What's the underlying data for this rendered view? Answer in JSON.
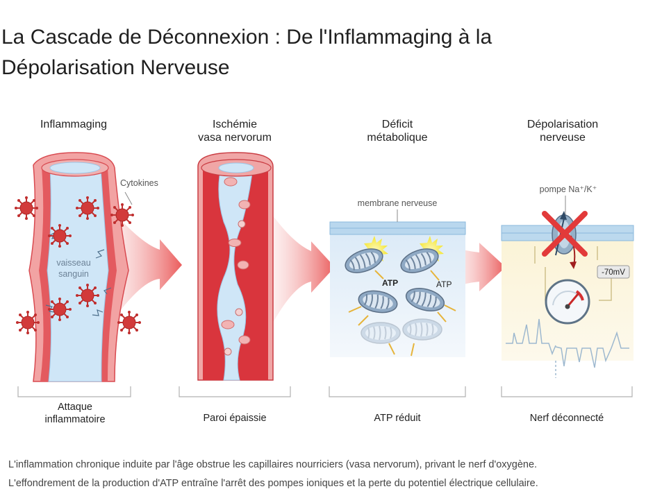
{
  "title": "La Cascade de Déconnexion : De l'Inflammaging à la Dépolarisation Nerveuse",
  "stages": [
    {
      "title_lines": [
        "Inflammaging"
      ],
      "bottom_lines": [
        "Attaque",
        "inflammatoire"
      ],
      "labels": {
        "cytokines": "Cytokines",
        "vessel": [
          "vaisseau",
          "sanguin"
        ]
      }
    },
    {
      "title_lines": [
        "Ischémie",
        "vasa nervorum"
      ],
      "bottom_lines": [
        "Paroi épaissie"
      ]
    },
    {
      "title_lines": [
        "Déficit",
        "métabolique"
      ],
      "bottom_lines": [
        "ATP réduit"
      ],
      "labels": {
        "membrane": "membrane nerveuse",
        "atp1": "ATP",
        "atp2": "ATP"
      }
    },
    {
      "title_lines": [
        "Dépolarisation",
        "nerveuse"
      ],
      "bottom_lines": [
        "Nerf déconnecté"
      ],
      "labels": {
        "pump": "pompe Na⁺/K⁺",
        "voltage": "-70mV"
      }
    }
  ],
  "caption": [
    "L'inflammation chronique induite par l'âge obstrue les capillaires nourriciers (vasa nervorum), privant le nerf d'oxygène.",
    "L'effondrement de la production d'ATP entraîne l'arrêt des pompes ioniques et la perte du potentiel électrique cellulaire."
  ],
  "colors": {
    "vessel_red": "#e0424a",
    "vessel_light": "#f2a3a3",
    "vessel_lumen": "#cfe6f7",
    "cytokine": "#d23a3a",
    "arrow": "#e84a4a",
    "membrane": "#9cc6e6",
    "atp_glow": "#f7e51c",
    "pump_x": "#e23a3a",
    "gauge_needle": "#c82828"
  }
}
